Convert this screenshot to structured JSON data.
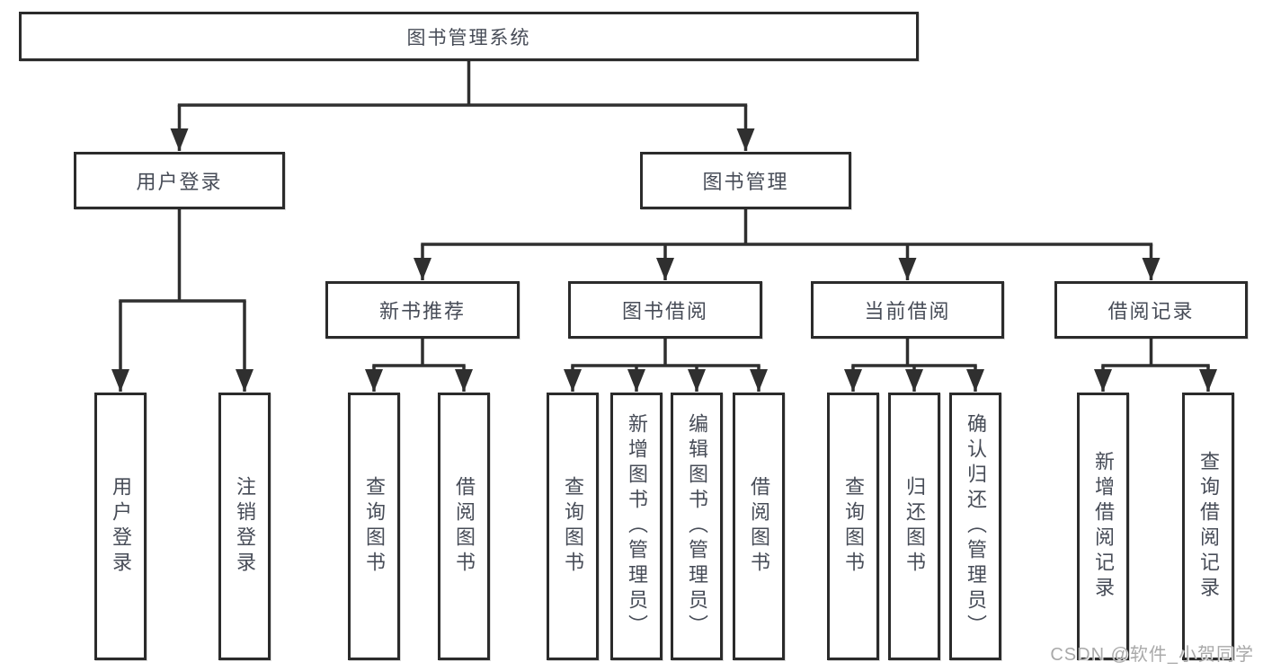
{
  "diagram": {
    "root": {
      "label": "图书管理系统"
    },
    "level2": {
      "user_login": {
        "label": "用户登录"
      },
      "book_mgmt": {
        "label": "图书管理"
      }
    },
    "level3": {
      "new_book": {
        "label": "新书推荐"
      },
      "book_borrow": {
        "label": "图书借阅"
      },
      "current_borrow": {
        "label": "当前借阅"
      },
      "borrow_record": {
        "label": "借阅记录"
      }
    },
    "leaves": {
      "login": [
        {
          "label": "用户登录"
        },
        {
          "label": "注销登录"
        }
      ],
      "new_book": [
        {
          "label": "查询图书"
        },
        {
          "label": "借阅图书"
        }
      ],
      "book_borrow": [
        {
          "label": "查询图书"
        },
        {
          "label": "新增图书（管理员）"
        },
        {
          "label": "编辑图书（管理员）"
        },
        {
          "label": "借阅图书"
        }
      ],
      "current_borrow": [
        {
          "label": "查询图书"
        },
        {
          "label": "归还图书"
        },
        {
          "label": "确认归还（管理员）"
        }
      ],
      "borrow_record": [
        {
          "label": "新增借阅记录"
        },
        {
          "label": "查询借阅记录"
        }
      ]
    },
    "watermark": "CSDN @软件_小贺同学",
    "colors": {
      "line": "#2f2f2f",
      "border": "#2b2b2b",
      "text": "#474c57",
      "watermark": "#a9a9a9",
      "background": "#ffffff"
    }
  }
}
